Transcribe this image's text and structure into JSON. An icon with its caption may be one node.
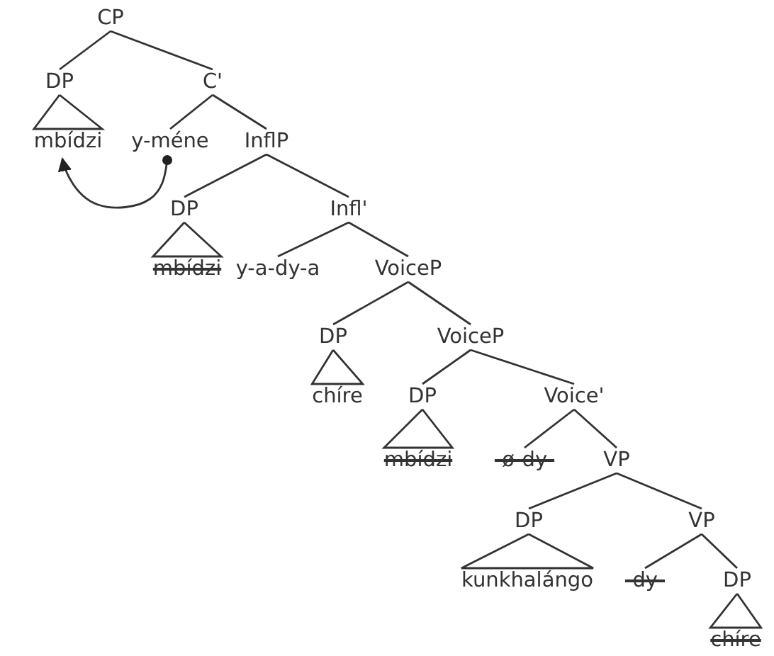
{
  "diagram": {
    "nodes": [
      {
        "text": [
          "CP"
        ]
      },
      {
        "text": [
          "DP"
        ]
      },
      {
        "text": [
          "C'"
        ]
      },
      {
        "text": [
          "mbídzi"
        ]
      },
      {
        "text": [
          "y-méne"
        ]
      },
      {
        "text": [
          "InflP"
        ]
      },
      {
        "text": [
          "DP"
        ]
      },
      {
        "text": [
          "Infl'"
        ]
      },
      {
        "text": [
          "mbídzi"
        ]
      },
      {
        "text": [
          "y-a-dy-a"
        ]
      },
      {
        "text": [
          "VoiceP"
        ]
      },
      {
        "text": [
          "DP"
        ]
      },
      {
        "text": [
          "VoiceP"
        ]
      },
      {
        "text": [
          "chíre"
        ]
      },
      {
        "text": [
          "DP"
        ]
      },
      {
        "text": [
          "Voice'"
        ]
      },
      {
        "text": [
          "mbídzi"
        ]
      },
      {
        "text": [
          "-ø-dy-"
        ]
      },
      {
        "text": [
          "VP"
        ]
      },
      {
        "text": [
          "DP"
        ]
      },
      {
        "text": [
          "VP"
        ]
      },
      {
        "text": [
          "kunkhalángo"
        ]
      },
      {
        "text": [
          "-dy-"
        ]
      },
      {
        "text": [
          "DP"
        ]
      },
      {
        "text": [
          "chíre"
        ]
      }
    ],
    "edges": [
      {
        "from": 0,
        "to": 1,
        "arrow": "none"
      },
      {
        "from": 0,
        "to": 2,
        "arrow": "none"
      },
      {
        "from": 1,
        "to": 3,
        "arrow": "none"
      },
      {
        "from": 2,
        "to": 4,
        "arrow": "none"
      },
      {
        "from": 2,
        "to": 5,
        "arrow": "none"
      },
      {
        "from": 5,
        "to": 6,
        "arrow": "none"
      },
      {
        "from": 5,
        "to": 7,
        "arrow": "none"
      },
      {
        "from": 6,
        "to": 8,
        "arrow": "none"
      },
      {
        "from": 7,
        "to": 9,
        "arrow": "none"
      },
      {
        "from": 7,
        "to": 10,
        "arrow": "none"
      },
      {
        "from": 10,
        "to": 11,
        "arrow": "none"
      },
      {
        "from": 10,
        "to": 12,
        "arrow": "none"
      },
      {
        "from": 11,
        "to": 13,
        "arrow": "none"
      },
      {
        "from": 12,
        "to": 14,
        "arrow": "none"
      },
      {
        "from": 12,
        "to": 15,
        "arrow": "none"
      },
      {
        "from": 14,
        "to": 16,
        "arrow": "none"
      },
      {
        "from": 15,
        "to": 17,
        "arrow": "none"
      },
      {
        "from": 15,
        "to": 18,
        "arrow": "none"
      },
      {
        "from": 18,
        "to": 19,
        "arrow": "none"
      },
      {
        "from": 18,
        "to": 20,
        "arrow": "none"
      },
      {
        "from": 19,
        "to": 21,
        "arrow": "none"
      },
      {
        "from": 20,
        "to": 22,
        "arrow": "none"
      },
      {
        "from": 20,
        "to": 23,
        "arrow": "none"
      },
      {
        "from": 23,
        "to": 24,
        "arrow": "none"
      },
      {
        "from": 4,
        "to": 3,
        "arrow": "to"
      }
    ]
  }
}
